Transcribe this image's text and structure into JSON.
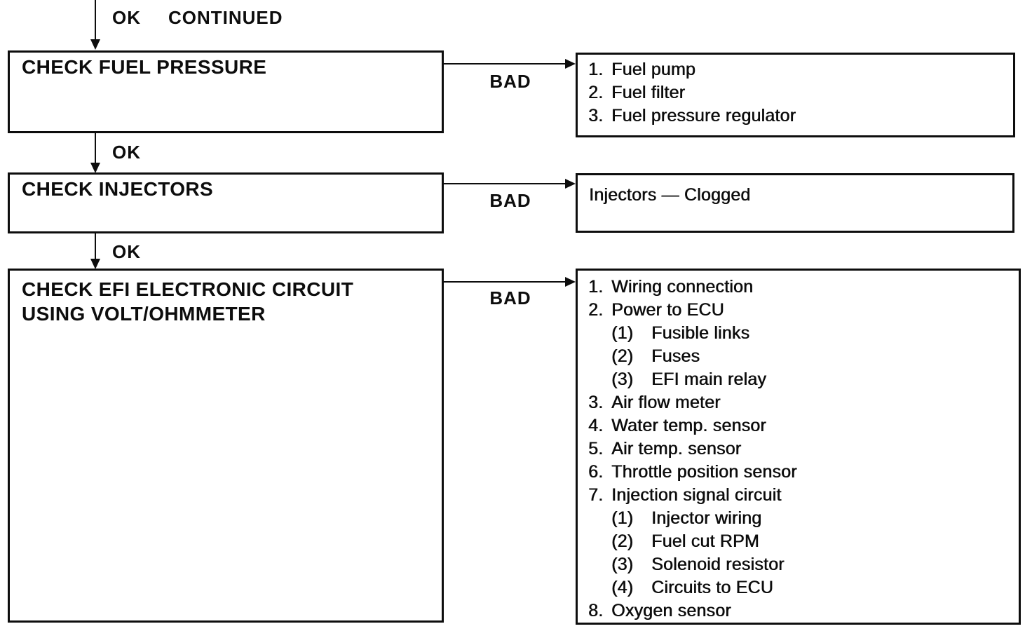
{
  "colors": {
    "ink": "#0d0d0d",
    "paper": "#ffffff"
  },
  "top": {
    "ok": "OK",
    "continued": "CONTINUED"
  },
  "steps": {
    "fuel_pressure": {
      "title": "CHECK FUEL PRESSURE",
      "bad": "BAD",
      "ok": "OK"
    },
    "injectors": {
      "title": "CHECK INJECTORS",
      "bad": "BAD",
      "ok": "OK"
    },
    "efi_circuit": {
      "title_lines": [
        "CHECK EFI ELECTRONIC CIRCUIT",
        "USING VOLT/OHMMETER"
      ],
      "bad": "BAD"
    }
  },
  "results": {
    "fuel_pressure": {
      "items": [
        {
          "num": "1.",
          "text": "Fuel pump"
        },
        {
          "num": "2.",
          "text": "Fuel filter"
        },
        {
          "num": "3.",
          "text": "Fuel pressure regulator"
        }
      ]
    },
    "injectors": {
      "text": "Injectors — Clogged"
    },
    "efi_circuit": {
      "items": [
        {
          "num": "1.",
          "text": "Wiring connection",
          "level": 0
        },
        {
          "num": "2.",
          "text": "Power to ECU",
          "level": 0
        },
        {
          "num": "(1)",
          "text": "Fusible links",
          "level": 1
        },
        {
          "num": "(2)",
          "text": "Fuses",
          "level": 1
        },
        {
          "num": "(3)",
          "text": "EFI main relay",
          "level": 1
        },
        {
          "num": "3.",
          "text": "Air flow meter",
          "level": 0
        },
        {
          "num": "4.",
          "text": "Water temp. sensor",
          "level": 0
        },
        {
          "num": "5.",
          "text": "Air temp. sensor",
          "level": 0
        },
        {
          "num": "6.",
          "text": "Throttle position sensor",
          "level": 0
        },
        {
          "num": "7.",
          "text": "Injection signal circuit",
          "level": 0
        },
        {
          "num": "(1)",
          "text": "Injector wiring",
          "level": 1
        },
        {
          "num": "(2)",
          "text": "Fuel cut RPM",
          "level": 1
        },
        {
          "num": "(3)",
          "text": "Solenoid resistor",
          "level": 1
        },
        {
          "num": "(4)",
          "text": "Circuits to ECU",
          "level": 1
        },
        {
          "num": "8.",
          "text": "Oxygen sensor",
          "level": 0
        }
      ]
    }
  }
}
